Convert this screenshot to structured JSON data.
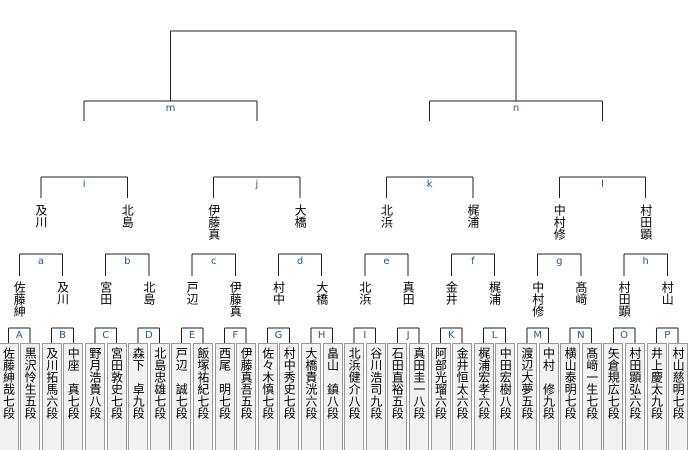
{
  "bracket": {
    "final_names": [],
    "semi": {
      "labels": [
        "m",
        "n"
      ]
    },
    "quarter": {
      "labels": [
        "i",
        "j",
        "k",
        "l"
      ],
      "names": [
        "及川",
        "北島",
        "伊藤真",
        "大橋",
        "北浜",
        "梶浦",
        "中村修",
        "村田顕"
      ]
    },
    "round2": {
      "labels": [
        "a",
        "b",
        "c",
        "d",
        "e",
        "f",
        "g",
        "h"
      ],
      "names": [
        "佐藤紳",
        "及川",
        "宮田",
        "北島",
        "戸辺",
        "伊藤真",
        "村中",
        "大橋",
        "北浜",
        "真田",
        "金井",
        "梶浦",
        "中村修",
        "髙﨑",
        "村田顕",
        "村山"
      ]
    },
    "round1": {
      "labels": [
        "A",
        "B",
        "C",
        "D",
        "E",
        "F",
        "G",
        "H",
        "I",
        "J",
        "K",
        "L",
        "M",
        "N",
        "O",
        "P"
      ]
    },
    "players": [
      "佐藤紳哉七段",
      "黒沢怜生五段",
      "及川拓馬六段",
      "中座　真七段",
      "野月浩貴八段",
      "宮田敦史七段",
      "森下　卓九段",
      "北島忠雄七段",
      "戸辺　誠七段",
      "飯塚祐紀七段",
      "西尾　明七段",
      "伊藤真吾五段",
      "佐々木慎七段",
      "村中秀史七段",
      "大橋貴洸六段",
      "畠山　鎮八段",
      "北浜健介八段",
      "谷川浩司九段",
      "石田直裕五段",
      "真田圭一八段",
      "阿部光瑠六段",
      "金井恒太六段",
      "梶浦宏孝六段",
      "中田宏樹八段",
      "渡辺大夢五段",
      "中村　修九段",
      "横山泰明七段",
      "髙﨑一生七段",
      "矢倉規広七段",
      "村田顕弘六段",
      "井上慶太九段",
      "村山慈明七段"
    ]
  }
}
